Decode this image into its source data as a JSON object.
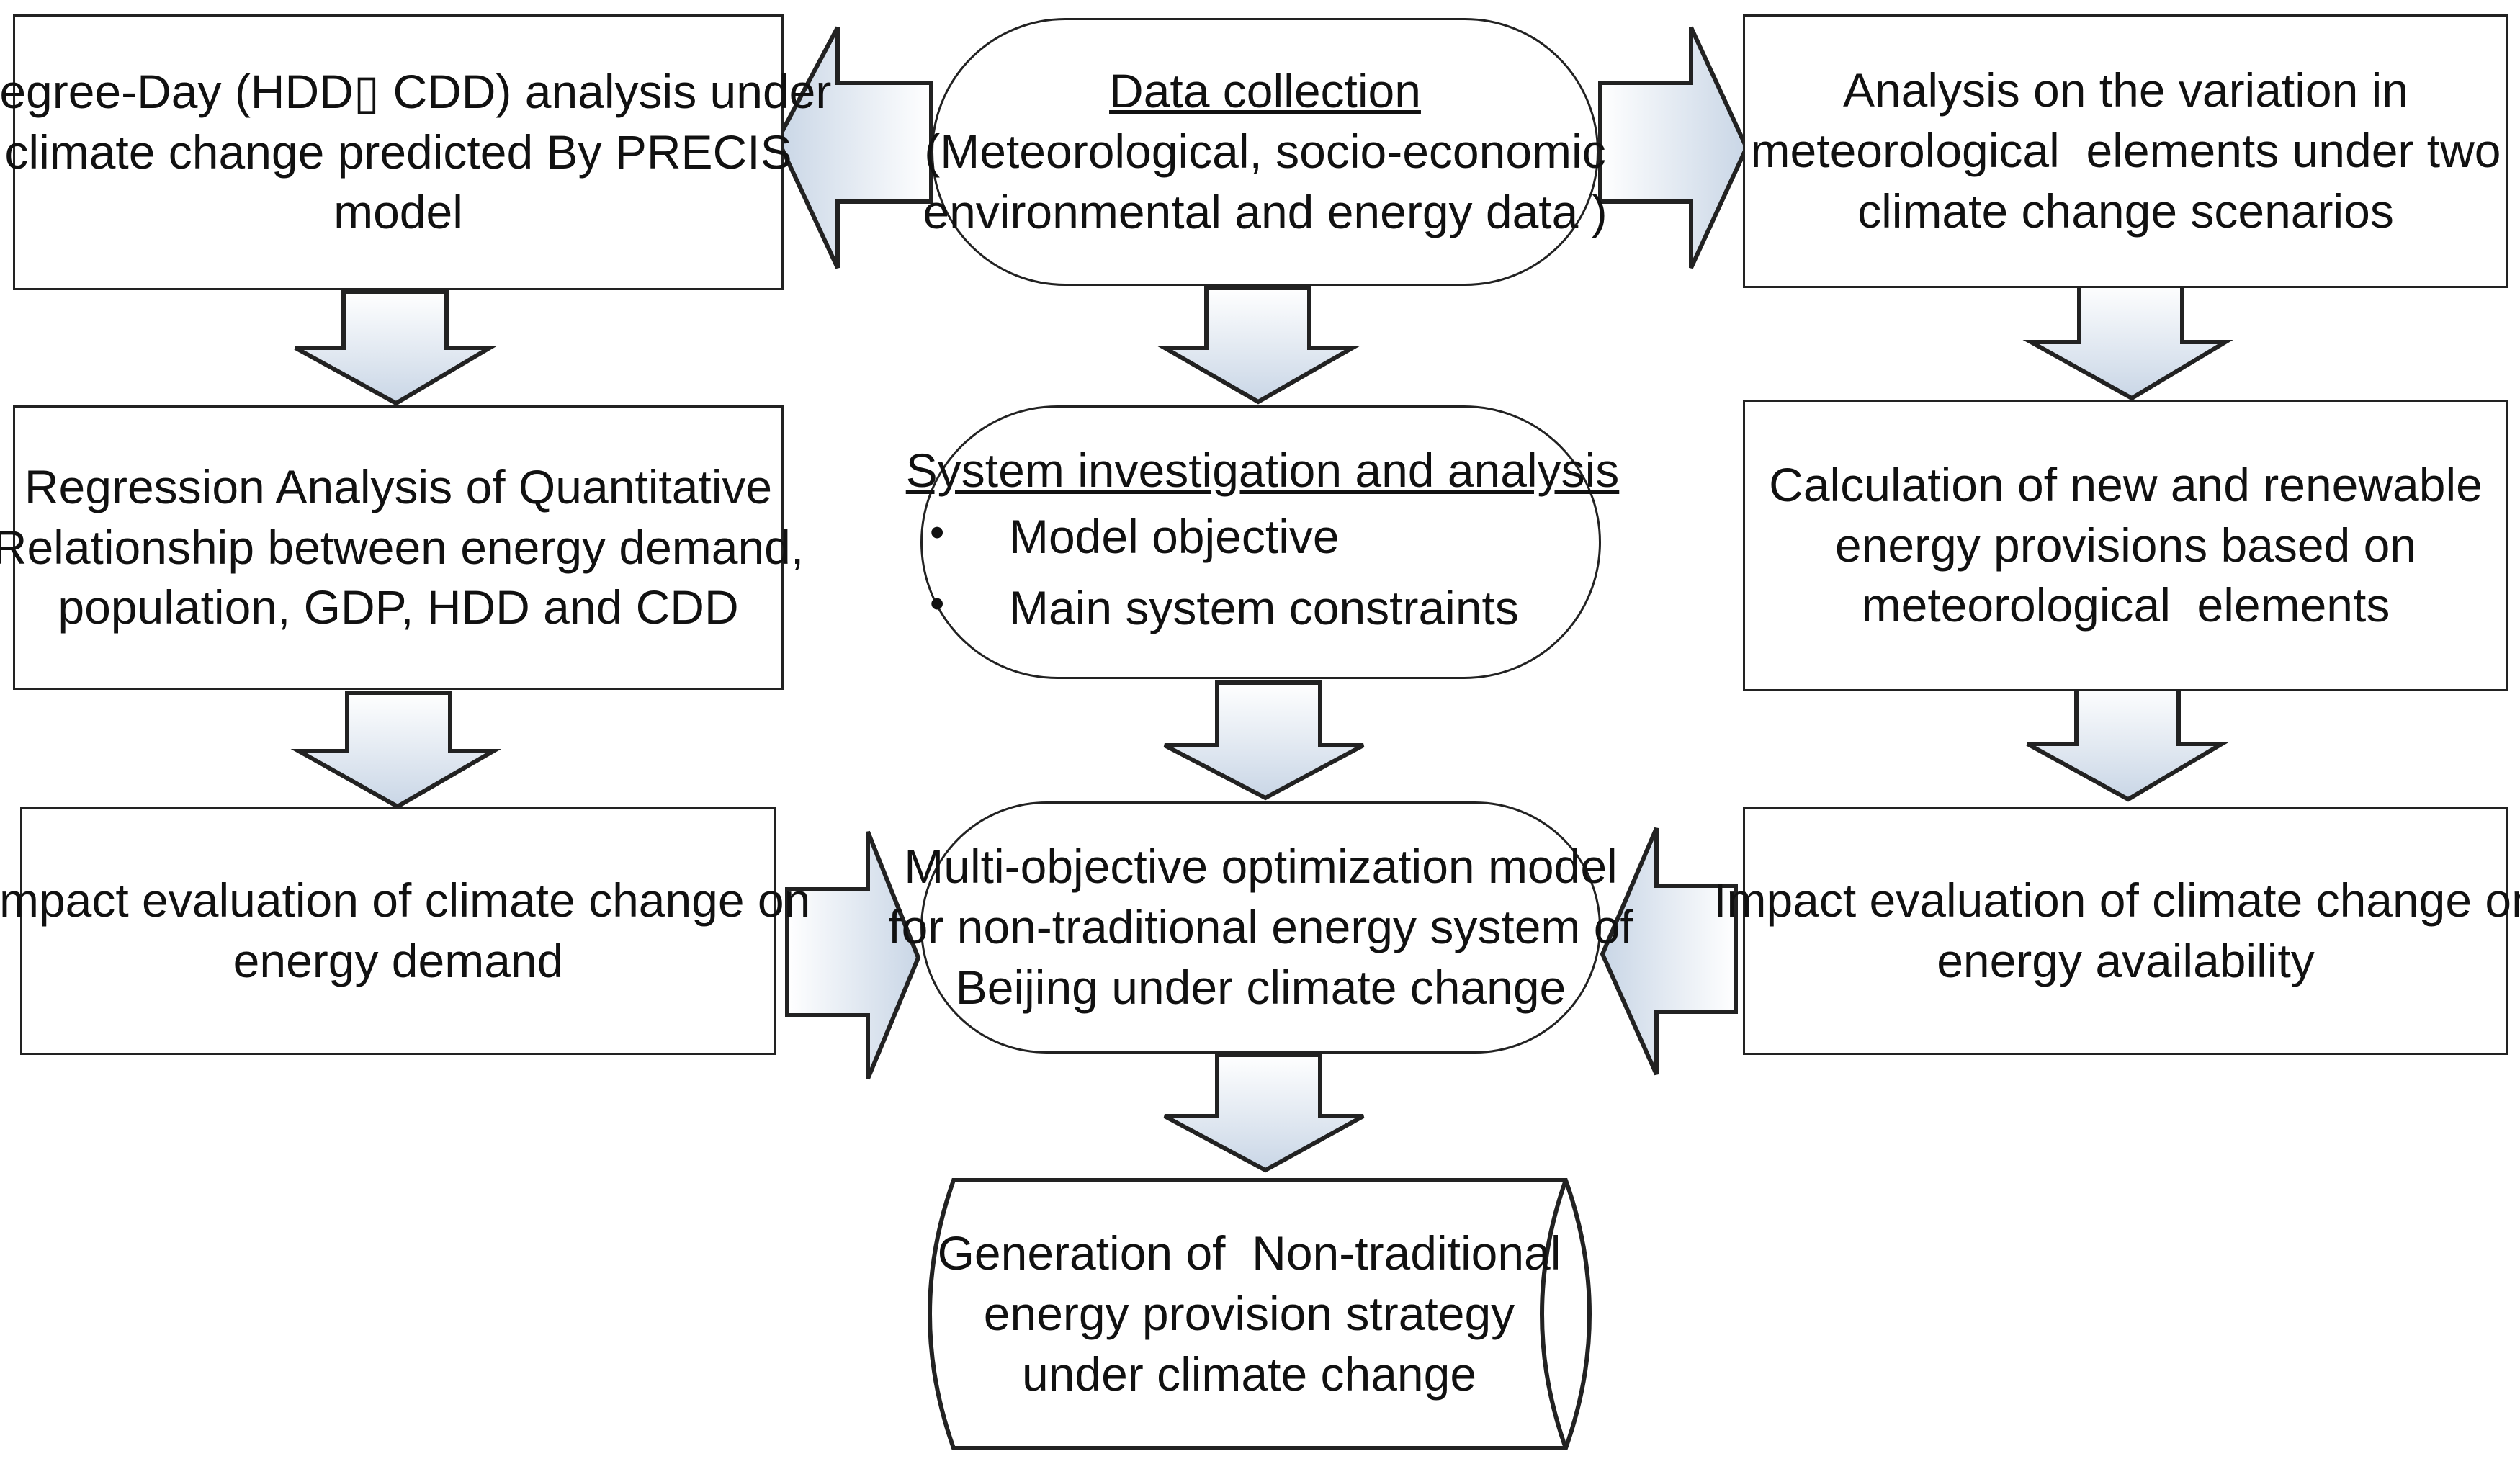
{
  "diagram": {
    "nodes": {
      "data_collection": {
        "title": "Data collection",
        "line1": "(Meteorological, socio-economic",
        "line2": "environmental and energy data )"
      },
      "degree_day": {
        "line1": "Degree-Day (HDD▯ CDD) analysis under",
        "line2": "climate change predicted By PRECIS",
        "line3": "model"
      },
      "variation_analysis": {
        "line1": "Analysis on the variation in",
        "line2": "meteorological  elements under two",
        "line3": "climate change scenarios"
      },
      "regression": {
        "line1": "Regression Analysis of Quantitative",
        "line2": "Relationship between energy demand,",
        "line3": "population, GDP, HDD and CDD"
      },
      "system_investigation": {
        "title": "System investigation and analysis",
        "bullets": [
          "Model objective",
          "Main system constraints"
        ]
      },
      "renewable_calc": {
        "line1": "Calculation of new and renewable",
        "line2": "energy provisions based on",
        "line3": "meteorological  elements"
      },
      "impact_demand": {
        "line1": "Impact evaluation of climate change on",
        "line2": "energy demand"
      },
      "optimization_model": {
        "line1": "Multi-objective optimization model",
        "line2": "for non-traditional energy system of",
        "line3": "Beijing under climate change"
      },
      "impact_availability": {
        "line1": "Impact evaluation of climate change on",
        "line2": "energy availability"
      },
      "strategy": {
        "line1": "Generation of  Non-traditional",
        "line2": "energy provision strategy",
        "line3": "under climate change"
      }
    },
    "edges": [
      {
        "from": "data_collection",
        "to": "degree_day"
      },
      {
        "from": "data_collection",
        "to": "variation_analysis"
      },
      {
        "from": "data_collection",
        "to": "system_investigation"
      },
      {
        "from": "degree_day",
        "to": "regression"
      },
      {
        "from": "regression",
        "to": "impact_demand"
      },
      {
        "from": "variation_analysis",
        "to": "renewable_calc"
      },
      {
        "from": "renewable_calc",
        "to": "impact_availability"
      },
      {
        "from": "system_investigation",
        "to": "optimization_model"
      },
      {
        "from": "impact_demand",
        "to": "optimization_model"
      },
      {
        "from": "impact_availability",
        "to": "optimization_model"
      },
      {
        "from": "optimization_model",
        "to": "strategy"
      }
    ],
    "colors": {
      "stroke": "#222222",
      "arrow_fill_light": "#ffffff",
      "arrow_fill_dark": "#c9d6e6"
    }
  }
}
